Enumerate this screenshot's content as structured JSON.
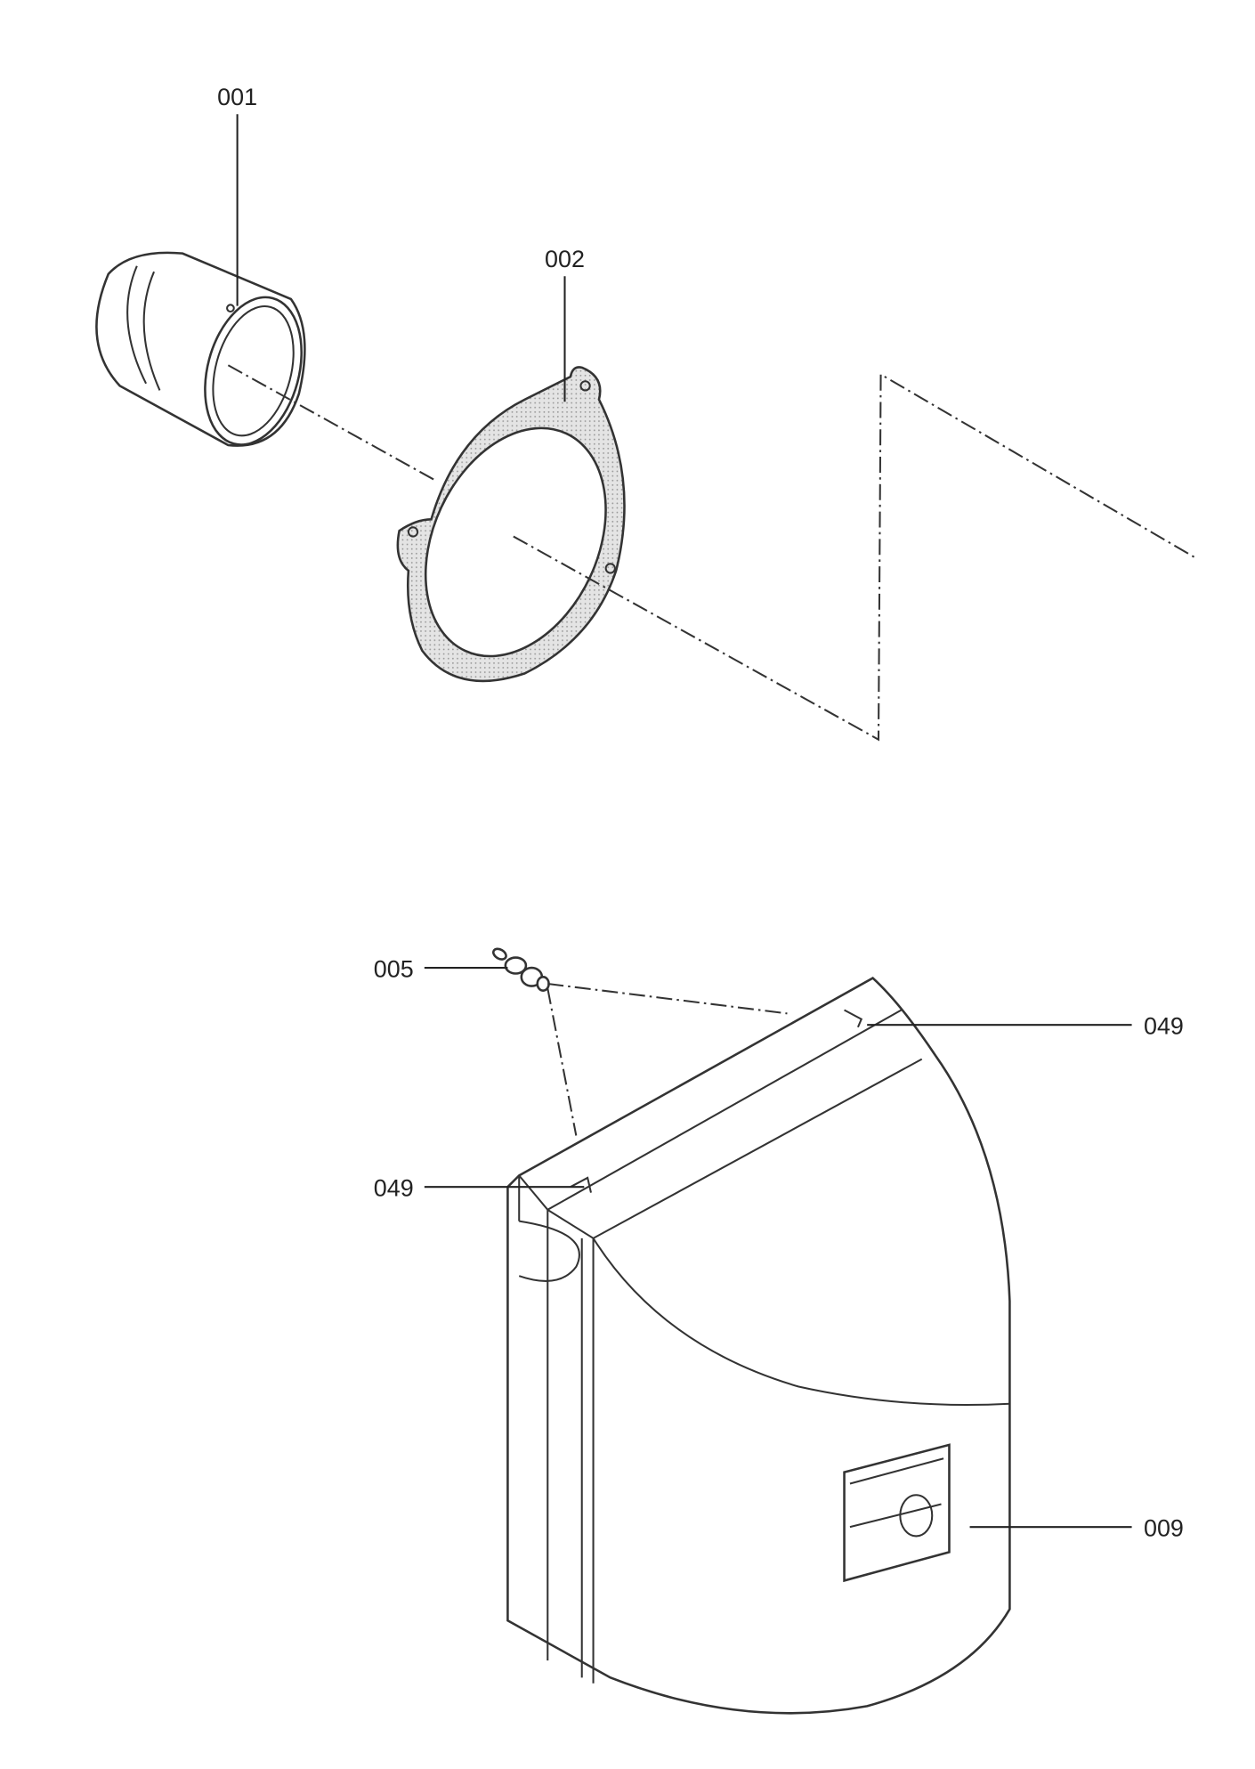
{
  "labels": {
    "p001": "001",
    "p002": "002",
    "p005": "005",
    "p049_right": "049",
    "p049_left": "049",
    "p009": "009"
  },
  "colors": {
    "line": "#333333",
    "gasket_fill": "#d8d8d8"
  }
}
